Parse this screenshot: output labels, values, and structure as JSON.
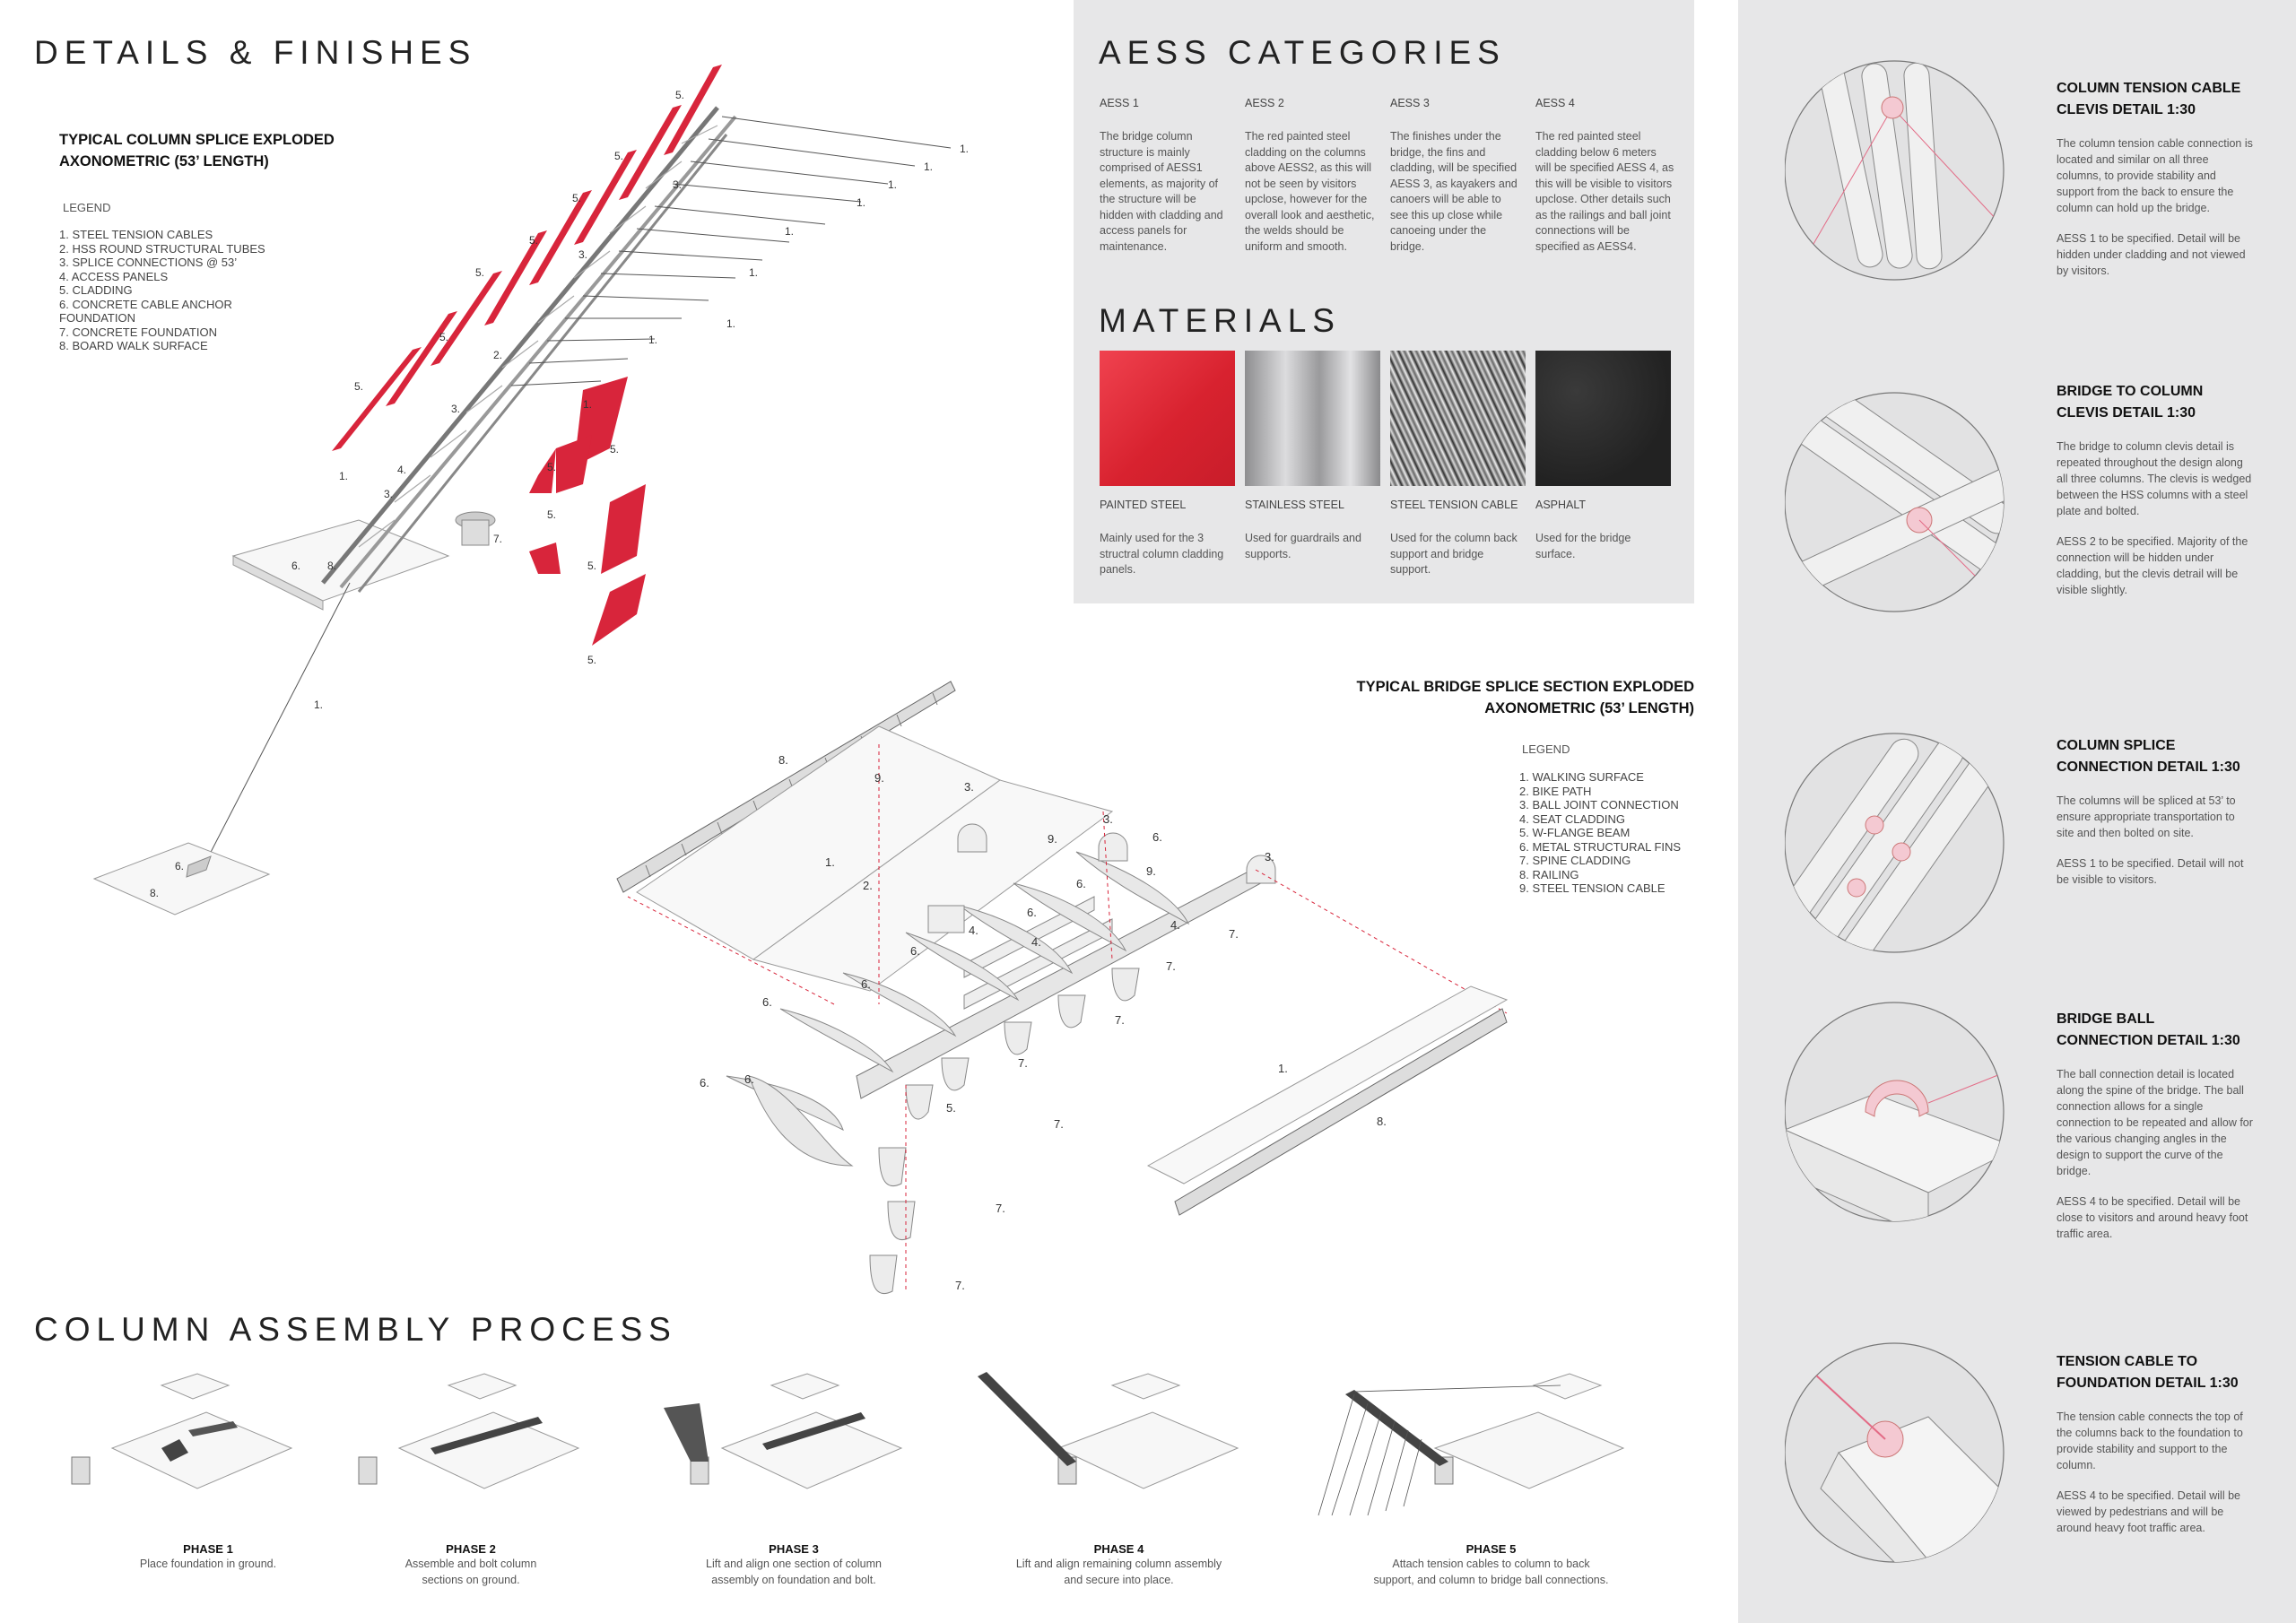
{
  "details": {
    "title": "DETAILS & FINISHES",
    "column_subtitle_1": "TYPICAL COLUMN SPLICE EXPLODED",
    "column_subtitle_2": "AXONOMETRIC (53’ LENGTH)",
    "legend_heading": "LEGEND",
    "column_legend": [
      "1. STEEL TENSION CABLES",
      "2. HSS ROUND STRUCTURAL TUBES",
      "3. SPLICE CONNECTIONS @ 53’",
      "4. ACCESS PANELS",
      "5. CLADDING",
      "6. CONCRETE CABLE ANCHOR",
      "FOUNDATION",
      "7. CONCRETE FOUNDATION",
      "8. BOARD WALK SURFACE"
    ],
    "bridge_subtitle_1": "TYPICAL BRIDGE SPLICE SECTION EXPLODED",
    "bridge_subtitle_2": "AXONOMETRIC (53’ LENGTH)",
    "bridge_legend": [
      "1. WALKING SURFACE",
      "2. BIKE PATH",
      "3. BALL JOINT CONNECTION",
      "4. SEAT CLADDING",
      "5. W-FLANGE BEAM",
      "6. METAL STRUCTURAL FINS",
      "7. SPINE CLADDING",
      "8. RAILING",
      "9. STEEL TENSION CABLE"
    ]
  },
  "aess": {
    "title": "AESS CATEGORIES",
    "columns": [
      {
        "heading": "AESS 1",
        "text": "The bridge column structure is mainly comprised of AESS1 elements, as majority of the structure will be hidden with cladding and access panels for maintenance."
      },
      {
        "heading": "AESS 2",
        "text": "The red painted steel cladding on the columns above AESS2, as this will not be seen by visitors upclose, however for the overall look and aesthetic, the welds should be uniform and smooth."
      },
      {
        "heading": "AESS 3",
        "text": "The finishes under the bridge, the fins and cladding, will be specified AESS 3, as kayakers and canoers will be able to see this up close while canoeing under the bridge."
      },
      {
        "heading": "AESS 4",
        "text": "The red painted steel cladding below 6 meters will be specified AESS 4, as this will be visible to visitors upclose. Other details such as the railings and ball joint connections will be specified as AESS4."
      }
    ]
  },
  "materials": {
    "title": "MATERIALS",
    "items": [
      {
        "name": "PAINTED STEEL",
        "text": "Mainly used for the 3 structral column cladding panels.",
        "color": "#e0303f"
      },
      {
        "name": "STAINLESS STEEL",
        "text": "Used for guardrails and supports.",
        "color": "#b4b4b6"
      },
      {
        "name": "STEEL TENSION CABLE",
        "text": "Used for the column back support and bridge support.",
        "color": "#5a5a5a"
      },
      {
        "name": "ASPHALT",
        "text": "Used for the bridge surface.",
        "color": "#2a2a2a"
      }
    ]
  },
  "details_right": [
    {
      "title_1": "COLUMN TENSION CABLE",
      "title_2": "CLEVIS DETAIL 1:30",
      "p1": "The column tension cable connection is located and similar on all three columns, to provide stability and support from the back to ensure the column can hold up the bridge.",
      "p2": "AESS 1 to be specified. Detail will be hidden under cladding and not viewed by visitors."
    },
    {
      "title_1": "BRIDGE TO COLUMN",
      "title_2": "CLEVIS DETAIL 1:30",
      "p1": "The bridge to column clevis detail is repeated throughout the design along all three columns. The clevis is wedged between the HSS columns with a steel plate and bolted.",
      "p2": "AESS 2 to be specified. Majority of the connection will be hidden under cladding, but the clevis detrail will be visible slightly."
    },
    {
      "title_1": "COLUMN SPLICE",
      "title_2": "CONNECTION DETAIL 1:30",
      "p1": "The columns will be spliced at 53’ to ensure appropriate transportation to site and then bolted on site.",
      "p2": "AESS 1 to be specified. Detail will not be visible to visitors."
    },
    {
      "title_1": "BRIDGE BALL",
      "title_2": "CONNECTION DETAIL 1:30",
      "p1": "The ball connection detail is located along the spine of the bridge. The ball connection allows for a single connection to be repeated and allow for the various changing angles in the design to support the curve of the bridge.",
      "p2": "AESS 4 to be specified. Detail will be close to visitors and around heavy foot traffic area."
    },
    {
      "title_1": "TENSION CABLE TO",
      "title_2": "FOUNDATION DETAIL 1:30",
      "p1": "The tension cable connects the top of the columns back to the foundation to provide stability and support to the column.",
      "p2": "AESS 4 to be specified. Detail will be viewed by pedestrians and will be around heavy foot traffic area."
    }
  ],
  "assembly": {
    "title": "COLUMN ASSEMBLY PROCESS",
    "phases": [
      {
        "title": "PHASE 1",
        "l1": "Place foundation in ground.",
        "l2": ""
      },
      {
        "title": "PHASE 2",
        "l1": "Assemble and bolt column",
        "l2": "sections on ground."
      },
      {
        "title": "PHASE 3",
        "l1": "Lift and align one section of column",
        "l2": "assembly on foundation and bolt."
      },
      {
        "title": "PHASE 4",
        "l1": "Lift and align remaining column assembly",
        "l2": "and secure into place."
      },
      {
        "title": "PHASE 5",
        "l1": "Attach tension cables to column to back",
        "l2": "support, and column to bridge ball connections."
      }
    ]
  },
  "labels": {
    "n1": "1.",
    "n2": "2.",
    "n3": "3.",
    "n4": "4.",
    "n5": "5.",
    "n6": "6.",
    "n7": "7.",
    "n8": "8.",
    "n9": "9."
  }
}
